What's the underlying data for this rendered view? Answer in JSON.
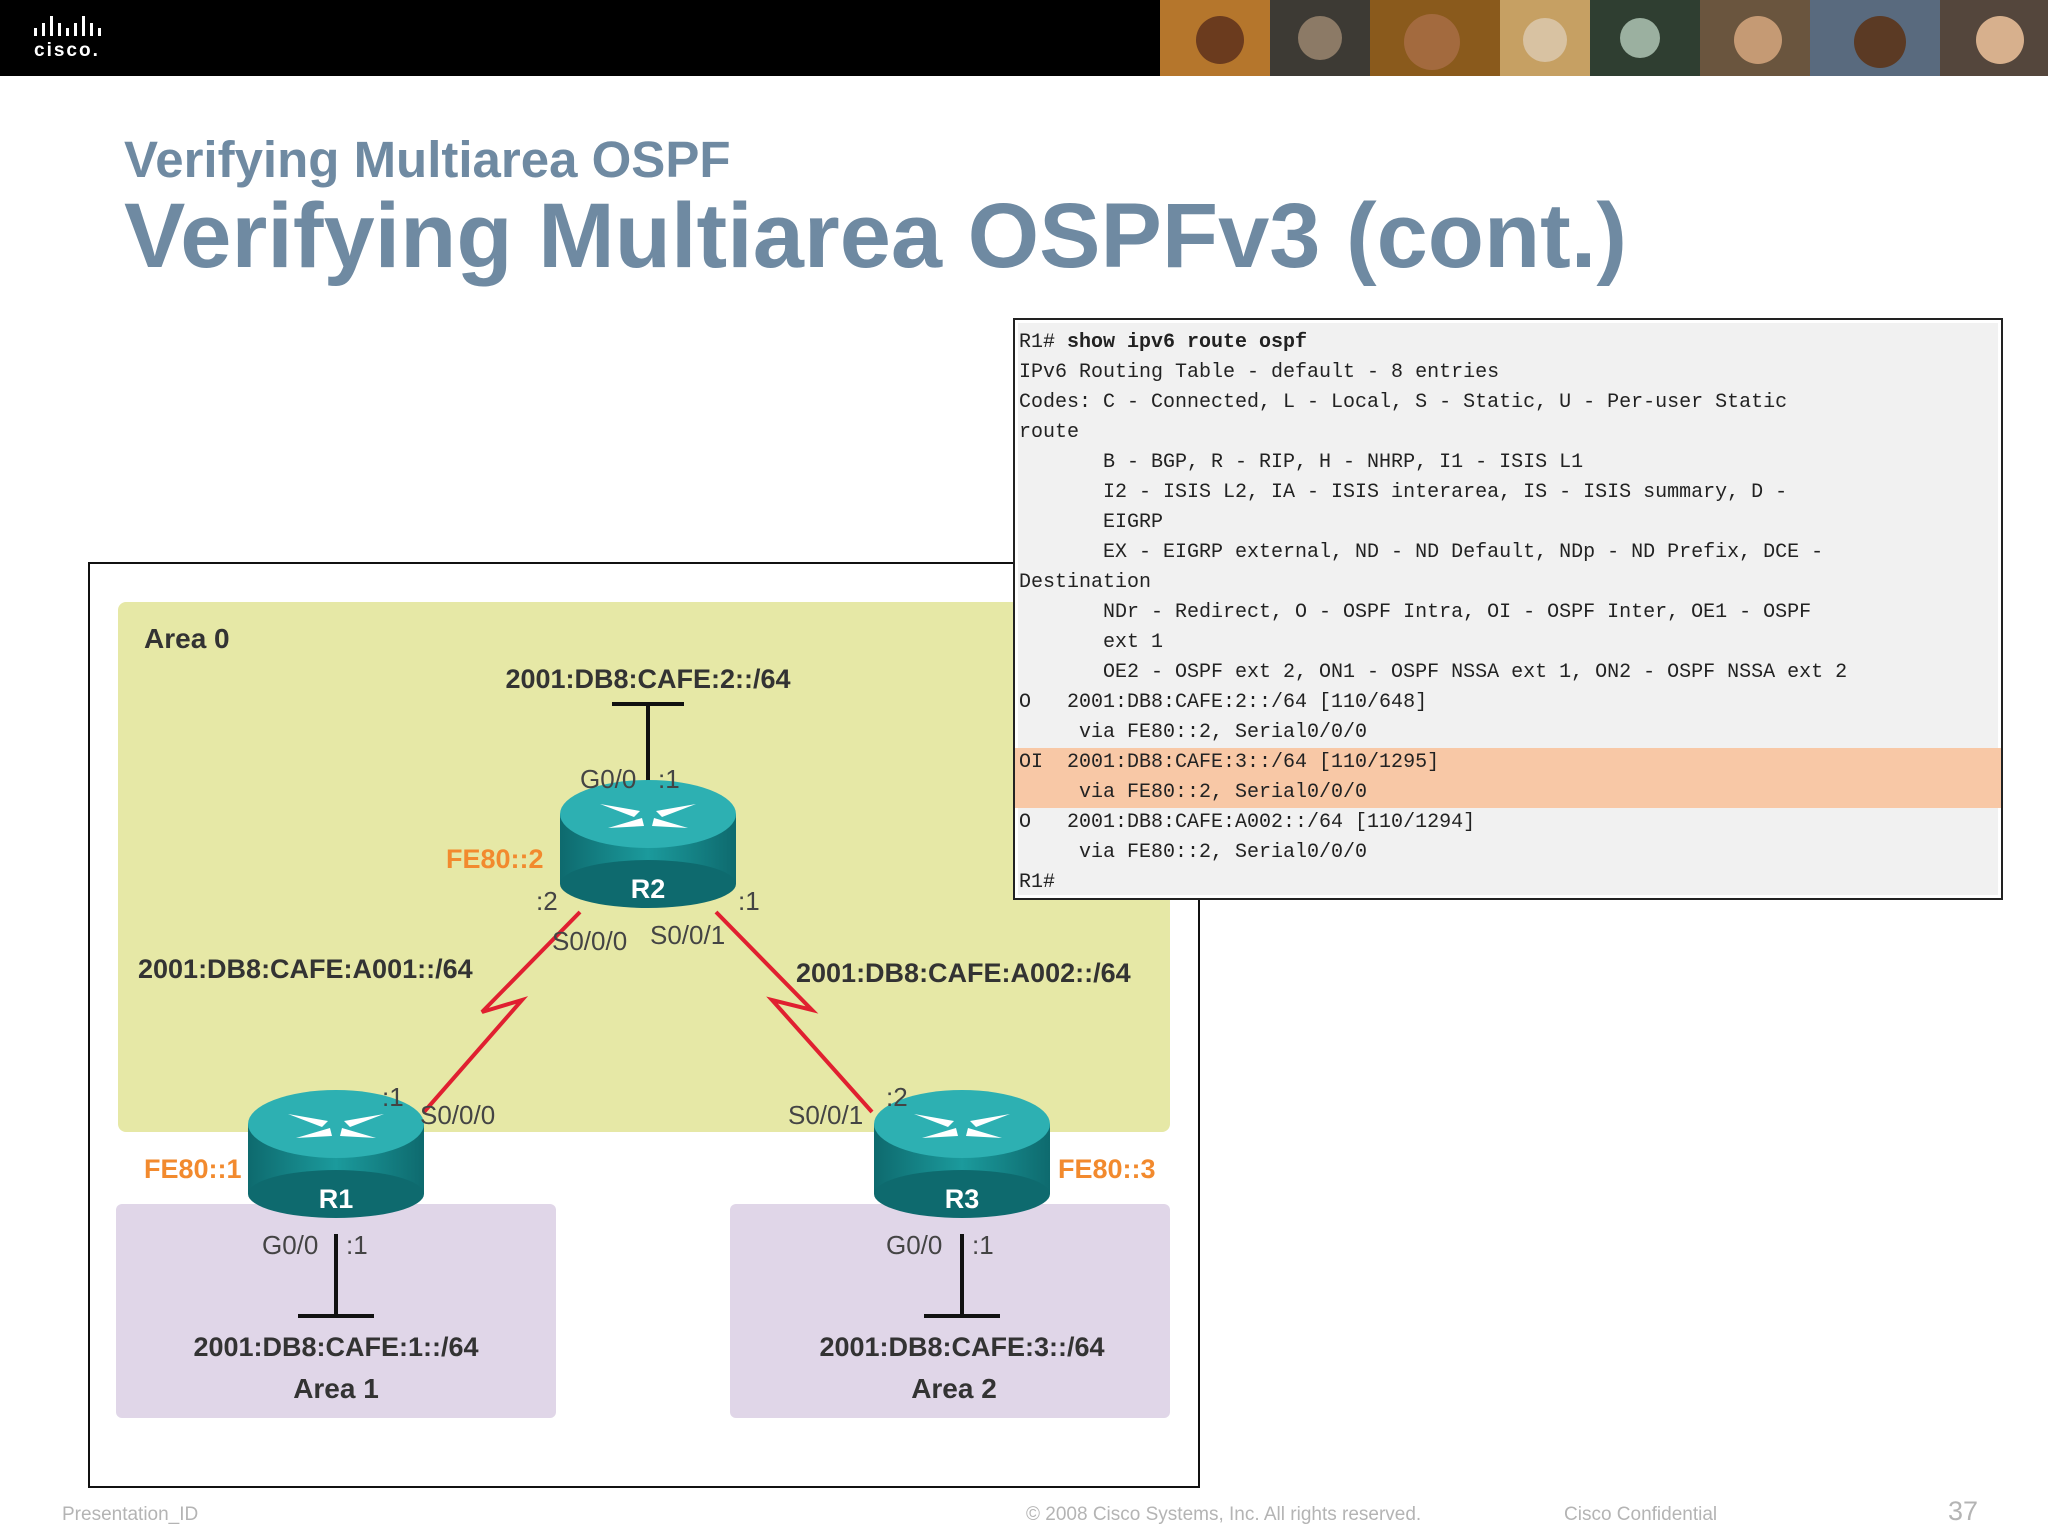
{
  "header": {
    "logo_text": "cisco.",
    "photo_strip": [
      "portrait-1",
      "portrait-2",
      "portrait-3",
      "portrait-4",
      "portrait-5",
      "portrait-6",
      "portrait-7",
      "portrait-8"
    ]
  },
  "slide": {
    "subtitle": "Verifying Multiarea OSPF",
    "title": "Verifying Multiarea OSPFv3 (cont.)"
  },
  "diagram": {
    "area0_label": "Area 0",
    "area1_label": "Area 1",
    "area2_label": "Area 2",
    "r2_lan_net": "2001:DB8:CAFE:2::/64",
    "r1_lan_net": "2001:DB8:CAFE:1::/64",
    "r3_lan_net": "2001:DB8:CAFE:3::/64",
    "link_r1_r2_net": "2001:DB8:CAFE:A001::/64",
    "link_r2_r3_net": "2001:DB8:CAFE:A002::/64",
    "routers": {
      "r1": {
        "name": "R1",
        "link_local": "FE80::1",
        "g0": "G0/0",
        "g0_host": ":1",
        "s0": "S0/0/0",
        "s0_host": ":1"
      },
      "r2": {
        "name": "R2",
        "link_local": "FE80::2",
        "g0": "G0/0",
        "g0_host": ":1",
        "s0": "S0/0/0",
        "s0_host": ":2",
        "s1": "S0/0/1",
        "s1_host": ":1"
      },
      "r3": {
        "name": "R3",
        "link_local": "FE80::3",
        "g0": "G0/0",
        "g0_host": ":1",
        "s1": "S0/0/1",
        "s1_host": ":2"
      }
    },
    "colors": {
      "area0": "#e6e8a6",
      "area_stub": "#e0d6e8",
      "router": "#1a8a8e",
      "link_local_text": "#f28a2e",
      "serial_link": "#e02030"
    }
  },
  "terminal": {
    "prompt": "R1#",
    "command": " show ipv6 route ospf",
    "lines": [
      "IPv6 Routing Table - default - 8 entries",
      "Codes: C - Connected, L - Local, S - Static, U - Per-user Static",
      "route",
      "       B - BGP, R - RIP, H - NHRP, I1 - ISIS L1",
      "       I2 - ISIS L2, IA - ISIS interarea, IS - ISIS summary, D -",
      "       EIGRP",
      "       EX - EIGRP external, ND - ND Default, NDp - ND Prefix, DCE -",
      "Destination",
      "       NDr - Redirect, O - OSPF Intra, OI - OSPF Inter, OE1 - OSPF",
      "       ext 1",
      "       OE2 - OSPF ext 2, ON1 - OSPF NSSA ext 1, ON2 - OSPF NSSA ext 2",
      "O   2001:DB8:CAFE:2::/64 [110/648]",
      "     via FE80::2, Serial0/0/0"
    ],
    "highlight_lines": [
      "OI  2001:DB8:CAFE:3::/64 [110/1295]",
      "     via FE80::2, Serial0/0/0"
    ],
    "tail_lines": [
      "O   2001:DB8:CAFE:A002::/64 [110/1294]",
      "     via FE80::2, Serial0/0/0"
    ],
    "end_prompt": "R1#"
  },
  "footer": {
    "left": "Presentation_ID",
    "center": "© 2008 Cisco Systems, Inc. All rights reserved.",
    "right": "Cisco Confidential",
    "page": "37"
  }
}
